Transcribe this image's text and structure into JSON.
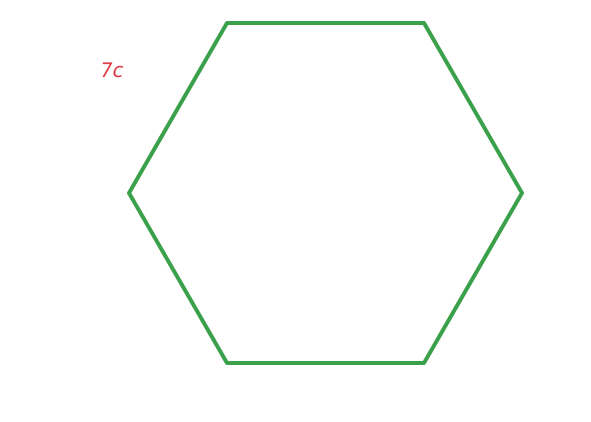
{
  "annotation": {
    "text": "7c",
    "color": "#e23d4a"
  },
  "shape": {
    "type": "hexagon",
    "stroke_color": "#3aa04a",
    "fill": "none"
  }
}
